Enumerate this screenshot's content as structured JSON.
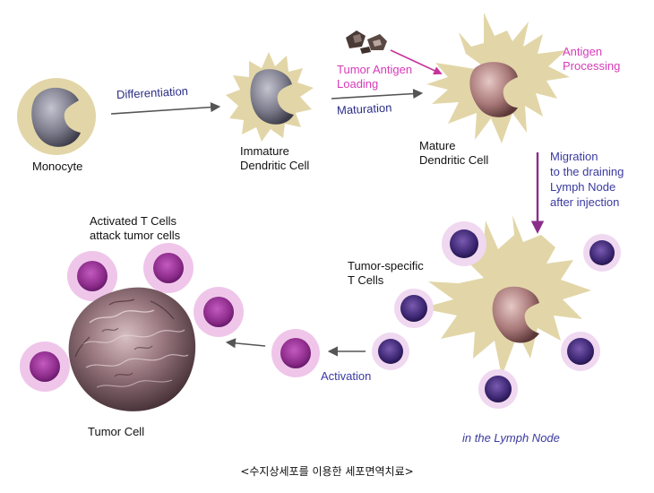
{
  "labels": {
    "monocyte": "Monocyte",
    "differentiation": "Differentiation",
    "immature_dc_line1": "Immature",
    "immature_dc_line2": "Dendritic Cell",
    "tumor_antigen_line1": "Tumor Antigen",
    "tumor_antigen_line2": "Loading",
    "maturation": "Maturation",
    "antigen_processing_line1": "Antigen",
    "antigen_processing_line2": "Processing",
    "mature_dc_line1": "Mature",
    "mature_dc_line2": "Dendritic Cell",
    "migration_line1": "Migration",
    "migration_line2": "to the draining",
    "migration_line3": "Lymph Node",
    "migration_line4": "after injection",
    "activated_line1": "Activated T Cells",
    "activated_line2": "attack tumor cells",
    "tumor_specific_line1": "Tumor-specific",
    "tumor_specific_line2": "T Cells",
    "activation": "Activation",
    "tumor_cell": "Tumor Cell",
    "lymph_node": "in the Lymph Node",
    "caption": "<수지상세포를 이용한 세포면역치료>"
  },
  "colors": {
    "cell_body": "#e2d6a8",
    "nucleus_grey": "#7a7a8a",
    "nucleus_mature": "#a87878",
    "tcell_outer": "#efc6ea",
    "tcell_inner": "#8a2a88",
    "tcell_dark_inner": "#3a2570",
    "tumor": "#7a5a62",
    "arrow_grey": "#555555",
    "arrow_purple": "#8a2e8a",
    "arrow_magenta": "#c7339a",
    "text_navy": "#2b2e86",
    "text_magenta": "#d63bb8"
  }
}
